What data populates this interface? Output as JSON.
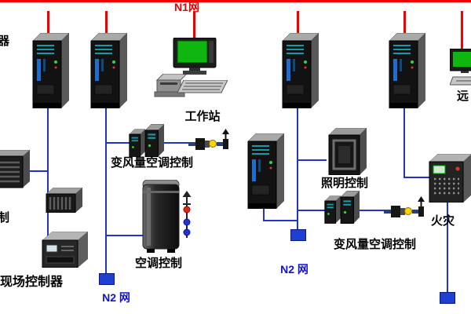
{
  "network": {
    "n1_label": "N1网",
    "n2_label_left": "N2 网",
    "n2_label_mid": "N2 网"
  },
  "labels": {
    "workstation": "工作站",
    "vav_control_left": "变风量空调控制",
    "ac_control": "空调控制",
    "lighting_control": "照明控制",
    "fire_alarm_partial": "火灾",
    "field_controller": "现场控制器",
    "left_edge_top_partial": "器",
    "left_edge_mid_partial": "制",
    "right_edge_partial": "远"
  },
  "colors": {
    "n1_bus": "#f00000",
    "n1_text": "#e60000",
    "n2_line": "#2233cc",
    "n2_terminator": "#1f3fd0",
    "n2_text": "#1010d8",
    "label_text": "#000000",
    "screen_green": "#0fb60f",
    "valve_dot_yellow": "#ffd400"
  },
  "icon_names": [
    "controller-tower-icon",
    "monitor-icon",
    "keyboard-icon",
    "printer-icon",
    "vav-terminal-icon",
    "controller-module-icon",
    "ahu-cabinet-icon",
    "sensor-string-icon",
    "lighting-panel-icon",
    "fire-alarm-panel-icon",
    "chiller-icon",
    "io-module-icon",
    "field-controller-icon",
    "remote-terminal-icon",
    "n2-terminator-icon"
  ]
}
